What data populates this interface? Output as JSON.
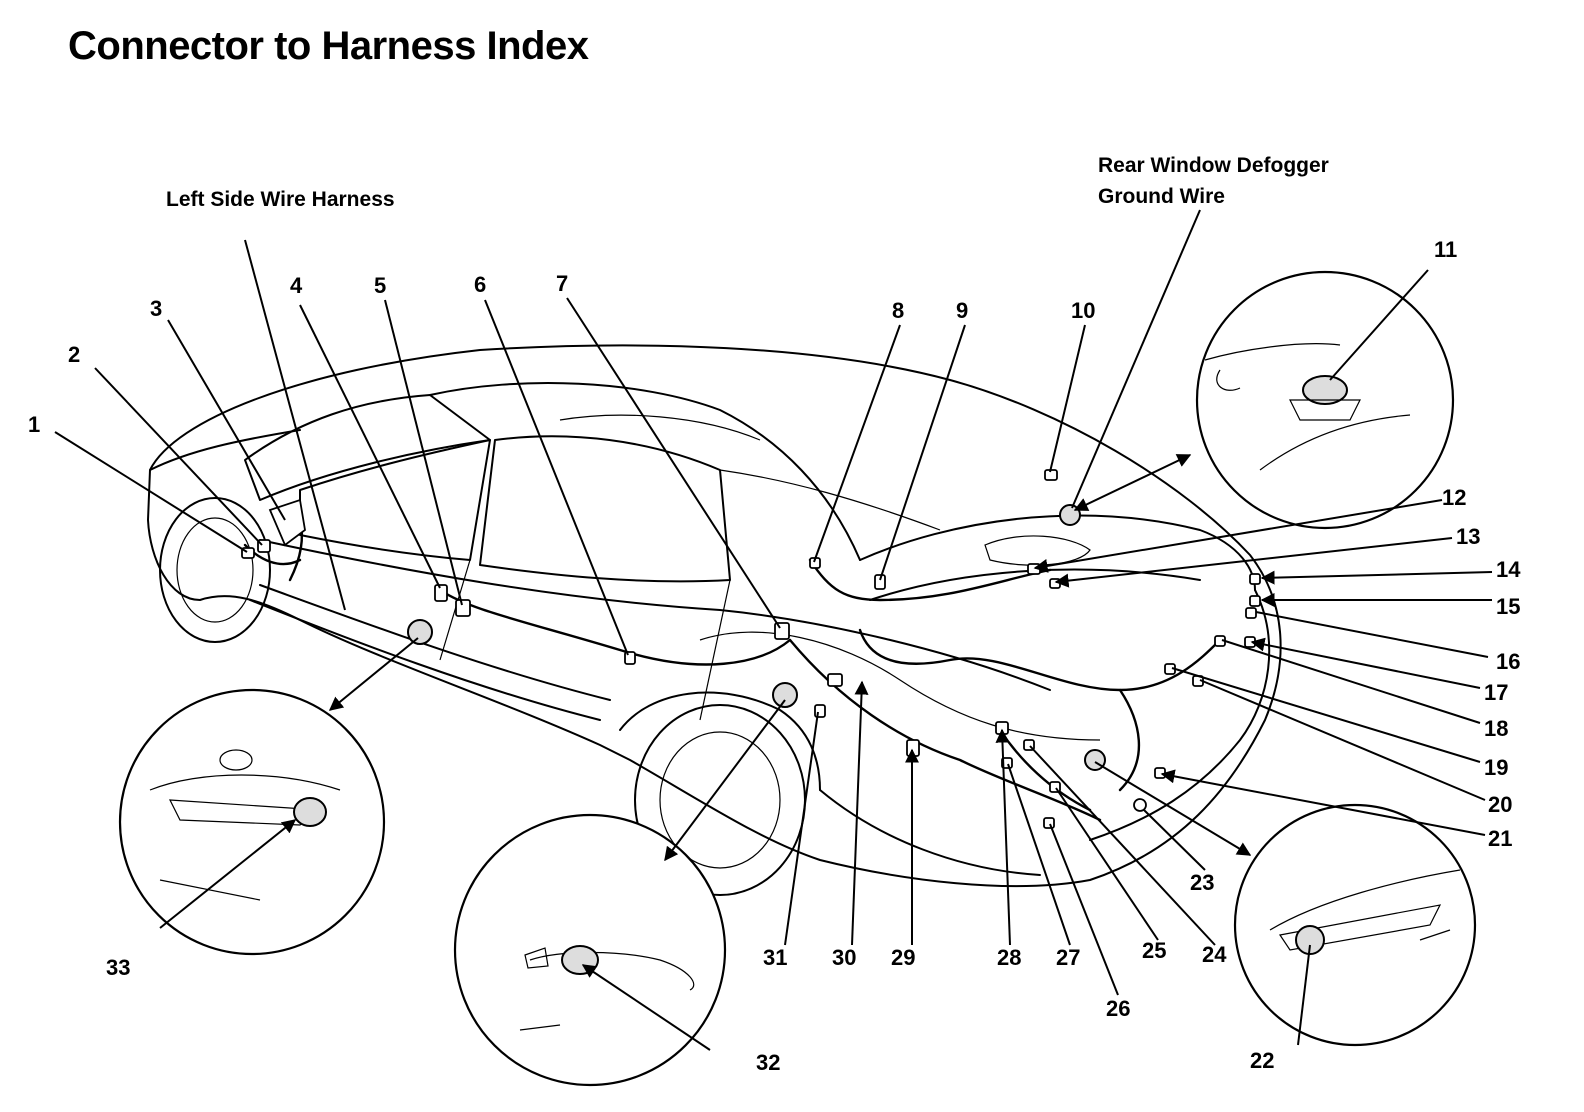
{
  "title": "Connector to Harness Index",
  "labels": {
    "left_side_harness": "Left Side Wire Harness",
    "defogger_line1": "Rear Window Defogger",
    "defogger_line2": "Ground Wire"
  },
  "callouts": [
    "1",
    "2",
    "3",
    "4",
    "5",
    "6",
    "7",
    "8",
    "9",
    "10",
    "11",
    "12",
    "13",
    "14",
    "15",
    "16",
    "17",
    "18",
    "19",
    "20",
    "21",
    "22",
    "23",
    "24",
    "25",
    "26",
    "27",
    "28",
    "29",
    "30",
    "31",
    "32",
    "33"
  ]
}
